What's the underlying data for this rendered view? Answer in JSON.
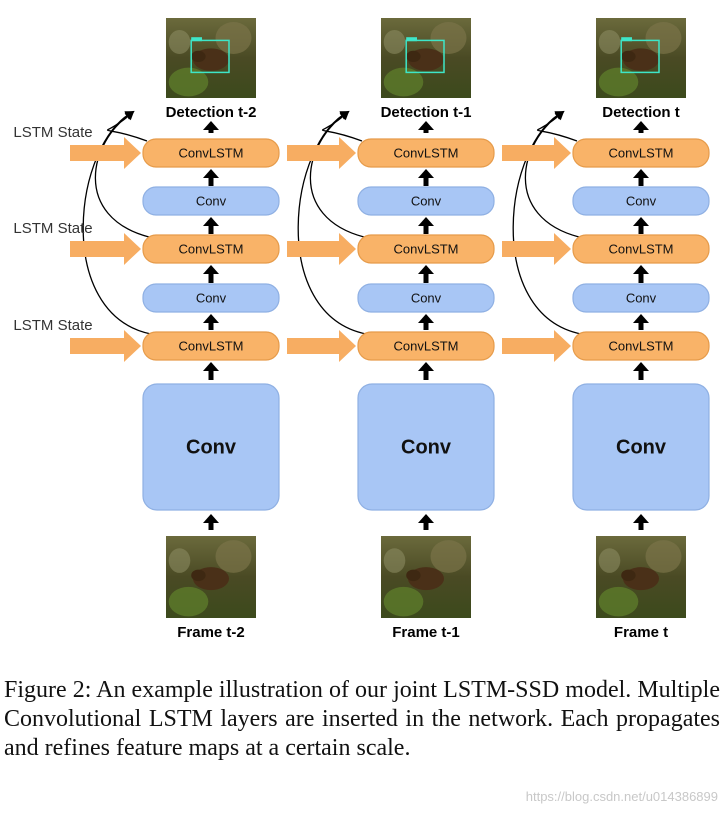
{
  "colors": {
    "orange_fill": "#f9b368",
    "orange_stroke": "#e69b4a",
    "orange_arrow": "#f7ad62",
    "blue_fill": "#a8c6f5",
    "blue_stroke": "#8fb0e3",
    "black": "#000000"
  },
  "labels": {
    "conv_lstm": "ConvLSTM",
    "conv": "Conv",
    "big_conv": "Conv"
  },
  "lstm_states": [
    "LSTM State",
    "LSTM State",
    "LSTM State"
  ],
  "columns": [
    {
      "detection": "Detection t-2",
      "frame": "Frame t-2",
      "frame_image": "bear-in-bushes-photo",
      "detection_image": "bear-detection-photo"
    },
    {
      "detection": "Detection t-1",
      "frame": "Frame t-1",
      "frame_image": "bear-in-bushes-photo",
      "detection_image": "bear-detection-photo"
    },
    {
      "detection": "Detection t",
      "frame": "Frame t",
      "frame_image": "bear-in-bushes-photo",
      "detection_image": "bear-detection-photo"
    }
  ],
  "caption": "Figure 2: An example illustration of our joint LSTM-SSD model. Multiple Convolutional LSTM layers are inserted in the network. Each propagates and refines feature maps at a certain scale.",
  "watermark": "https://blog.csdn.net/u014386899"
}
